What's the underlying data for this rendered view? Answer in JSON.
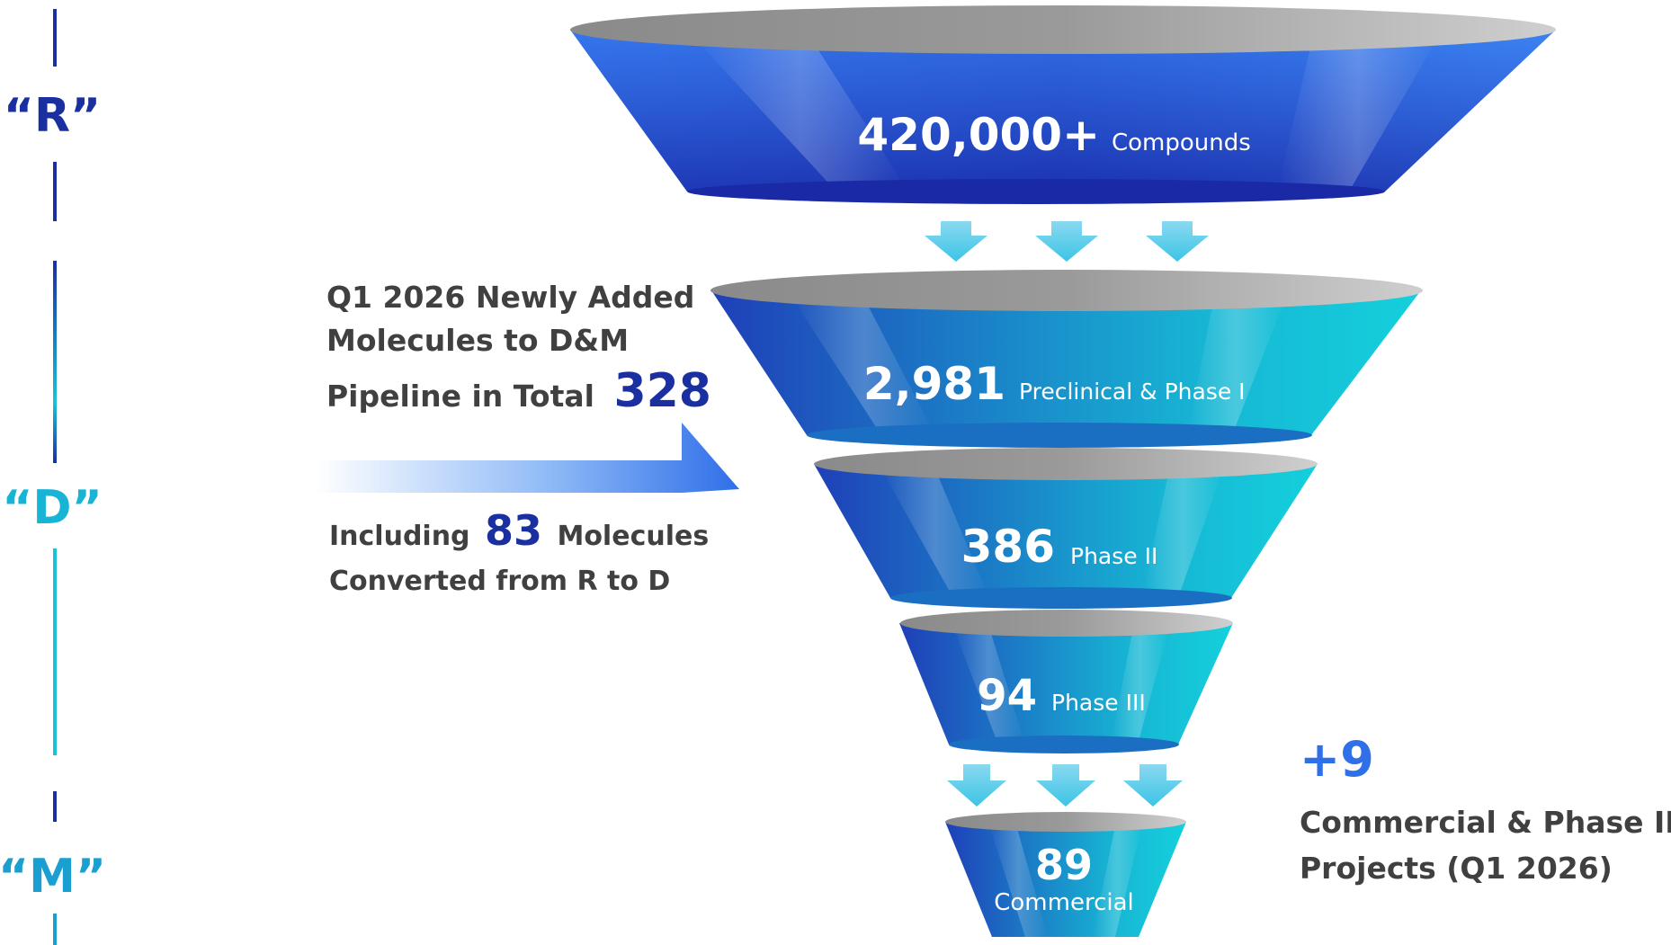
{
  "stages": {
    "r": {
      "letter": "“R”"
    },
    "d": {
      "letter": "“D”"
    },
    "m": {
      "letter": "“M”"
    }
  },
  "funnel": [
    {
      "count": "420,000+",
      "label": "Compounds"
    },
    {
      "count": "2,981",
      "label": "Preclinical & Phase I"
    },
    {
      "count": "386",
      "label": "Phase II"
    },
    {
      "count": "94",
      "label": "Phase III"
    },
    {
      "count": "89",
      "label": "Commercial"
    }
  ],
  "new_molecules": {
    "line1": "Q1 2026 Newly Added",
    "line2": "Molecules to D&M",
    "line3": "Pipeline in Total",
    "total": "328"
  },
  "converted": {
    "prefix": "Including",
    "count": "83",
    "suffix": "Molecules",
    "line2": "Converted from R to D"
  },
  "commercial_delta": {
    "value": "+9",
    "line1": "Commercial & Phase III",
    "line2": "Projects (Q1 2026)"
  },
  "colors": {
    "deep_blue": "#1a2fa0",
    "bright_blue": "#2f6fe8",
    "cyan": "#16c6d6",
    "arrow_cyan": "#5dd3ec",
    "text_gray": "#404040"
  },
  "icons": [
    "down-arrow-icon",
    "right-arrow-icon"
  ]
}
